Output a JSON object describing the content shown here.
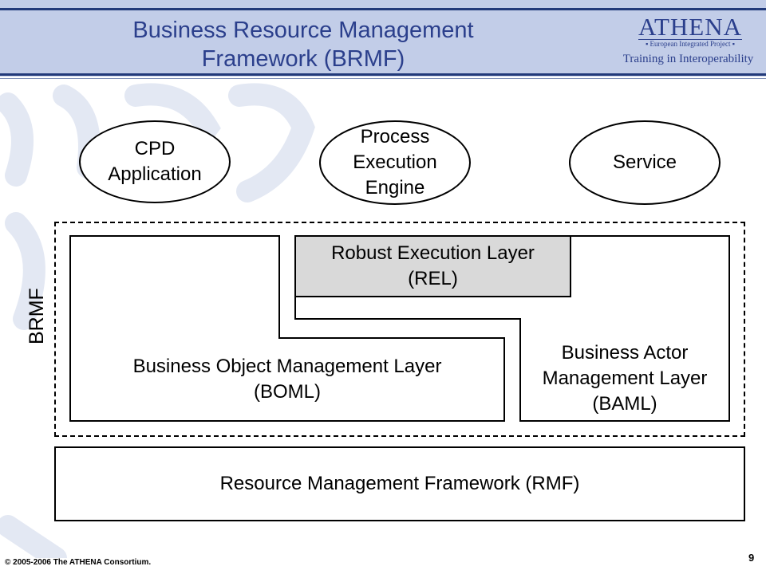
{
  "slide": {
    "title": "Business Resource Management Framework (BRMF)",
    "logo": {
      "name": "ATHENA",
      "subtitle": "▪ European Integrated Project ▪",
      "tagline": "Training in Interoperability"
    },
    "ellipses": [
      {
        "label": "CPD\nApplication"
      },
      {
        "label": "Process\nExecution\nEngine"
      },
      {
        "label": "Service"
      }
    ],
    "brmf_label": "BRMF",
    "layers": {
      "rel": "Robust Execution Layer\n(REL)",
      "boml": "Business Object Management Layer\n(BOML)",
      "baml": "Business Actor\nManagement Layer\n(BAML)"
    },
    "rmf": "Resource Management Framework (RMF)",
    "footer": {
      "copyright": "© 2005-2006 The ATHENA Consortium.",
      "page": "9"
    },
    "colors": {
      "header_bg": "#c2cde8",
      "title_blue": "#2b3f8c",
      "rel_fill": "#d9d9d9"
    }
  }
}
